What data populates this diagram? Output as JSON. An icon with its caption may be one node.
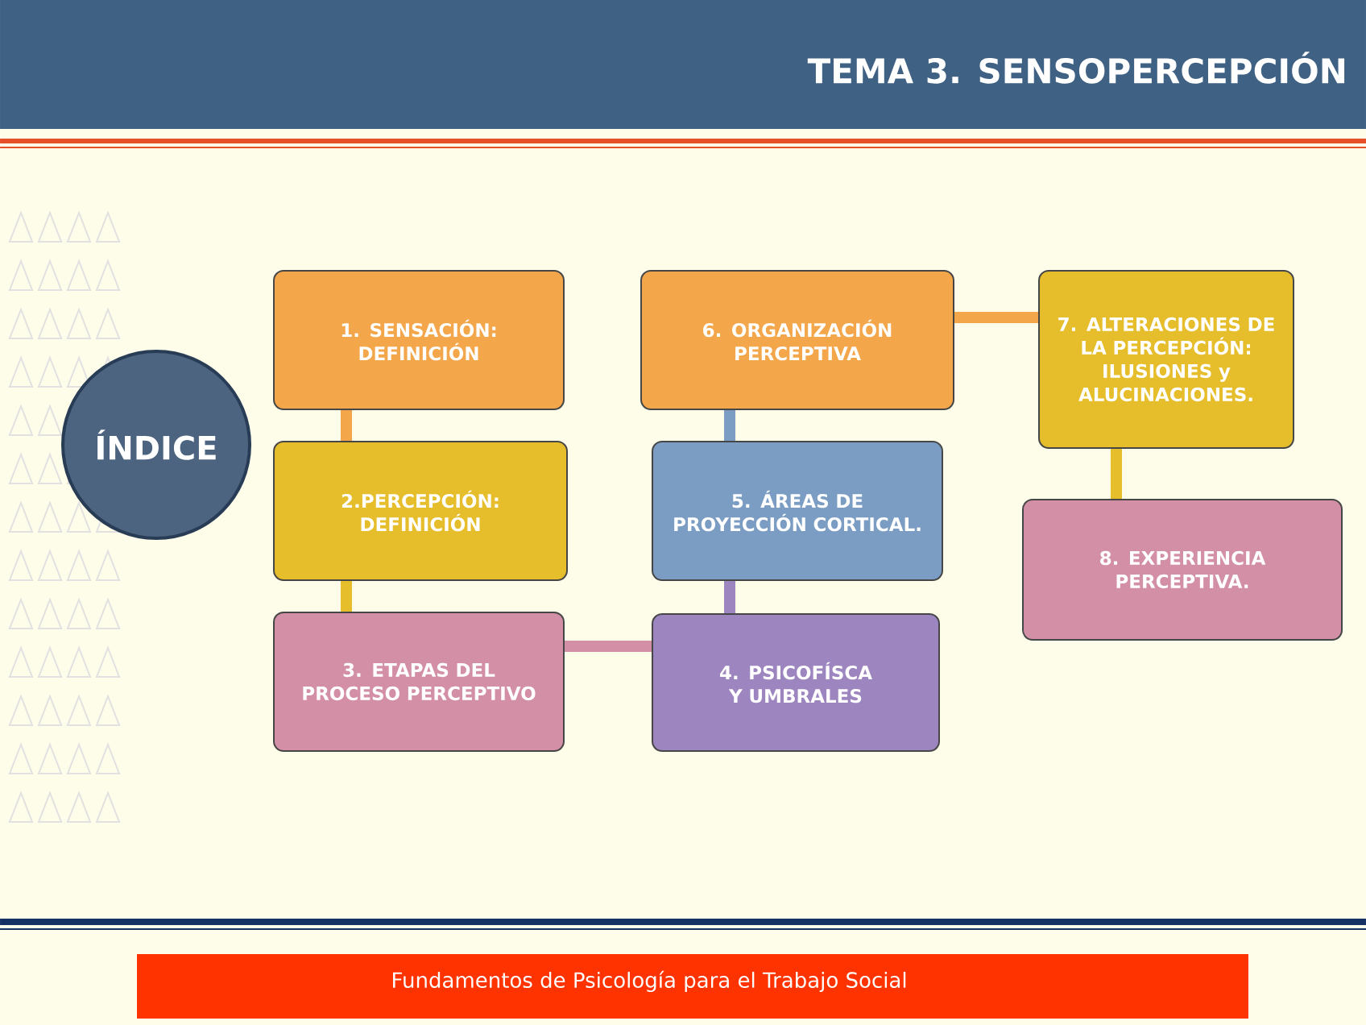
{
  "diagram": {
    "title": "TEMA 3. SENSOPERCEPCIÓN",
    "nodes": [
      {
        "text": [
          "ÍNDICE"
        ]
      },
      {
        "text": [
          "1. SENSACIÓN: DEFINICIÓN"
        ]
      },
      {
        "text": [
          "2.PERCEPCIÓN: DEFINICIÓN"
        ]
      },
      {
        "text": [
          "3. ETAPAS DEL PROCESO PERCEPTIVO"
        ]
      },
      {
        "text": [
          "4. PSICOFÍSCA Y UMBRALES"
        ]
      },
      {
        "text": [
          "5.  ÁREAS DE PROYECCIÓN CORTICAL."
        ]
      },
      {
        "text": [
          "6. ORGANIZACIÓN PERCEPTIVA"
        ]
      },
      {
        "text": [
          "7. ALTERACIONES DE LA PERCEPCIÓN: ILUSIONES y ALUCINACIONES."
        ]
      },
      {
        "text": [
          "8. EXPERIENCIA PERCEPTIVA."
        ]
      }
    ],
    "edges": [
      {
        "from": 1,
        "to": 2,
        "arrow": "none",
        "color": "#f4a64a"
      },
      {
        "from": 2,
        "to": 3,
        "arrow": "none",
        "color": "#e6bd2b"
      },
      {
        "from": 3,
        "to": 4,
        "arrow": "none",
        "color": "#d38fa6"
      },
      {
        "from": 4,
        "to": 5,
        "arrow": "none",
        "color": "#9d85c0"
      },
      {
        "from": 5,
        "to": 6,
        "arrow": "none",
        "color": "#7b9dc4"
      },
      {
        "from": 6,
        "to": 7,
        "arrow": "none",
        "color": "#f4a64a"
      },
      {
        "from": 7,
        "to": 8,
        "arrow": "none",
        "color": "#e6bd2b"
      }
    ],
    "labels": [
      "Fundamentos de Psicología para el Trabajo Social"
    ]
  }
}
